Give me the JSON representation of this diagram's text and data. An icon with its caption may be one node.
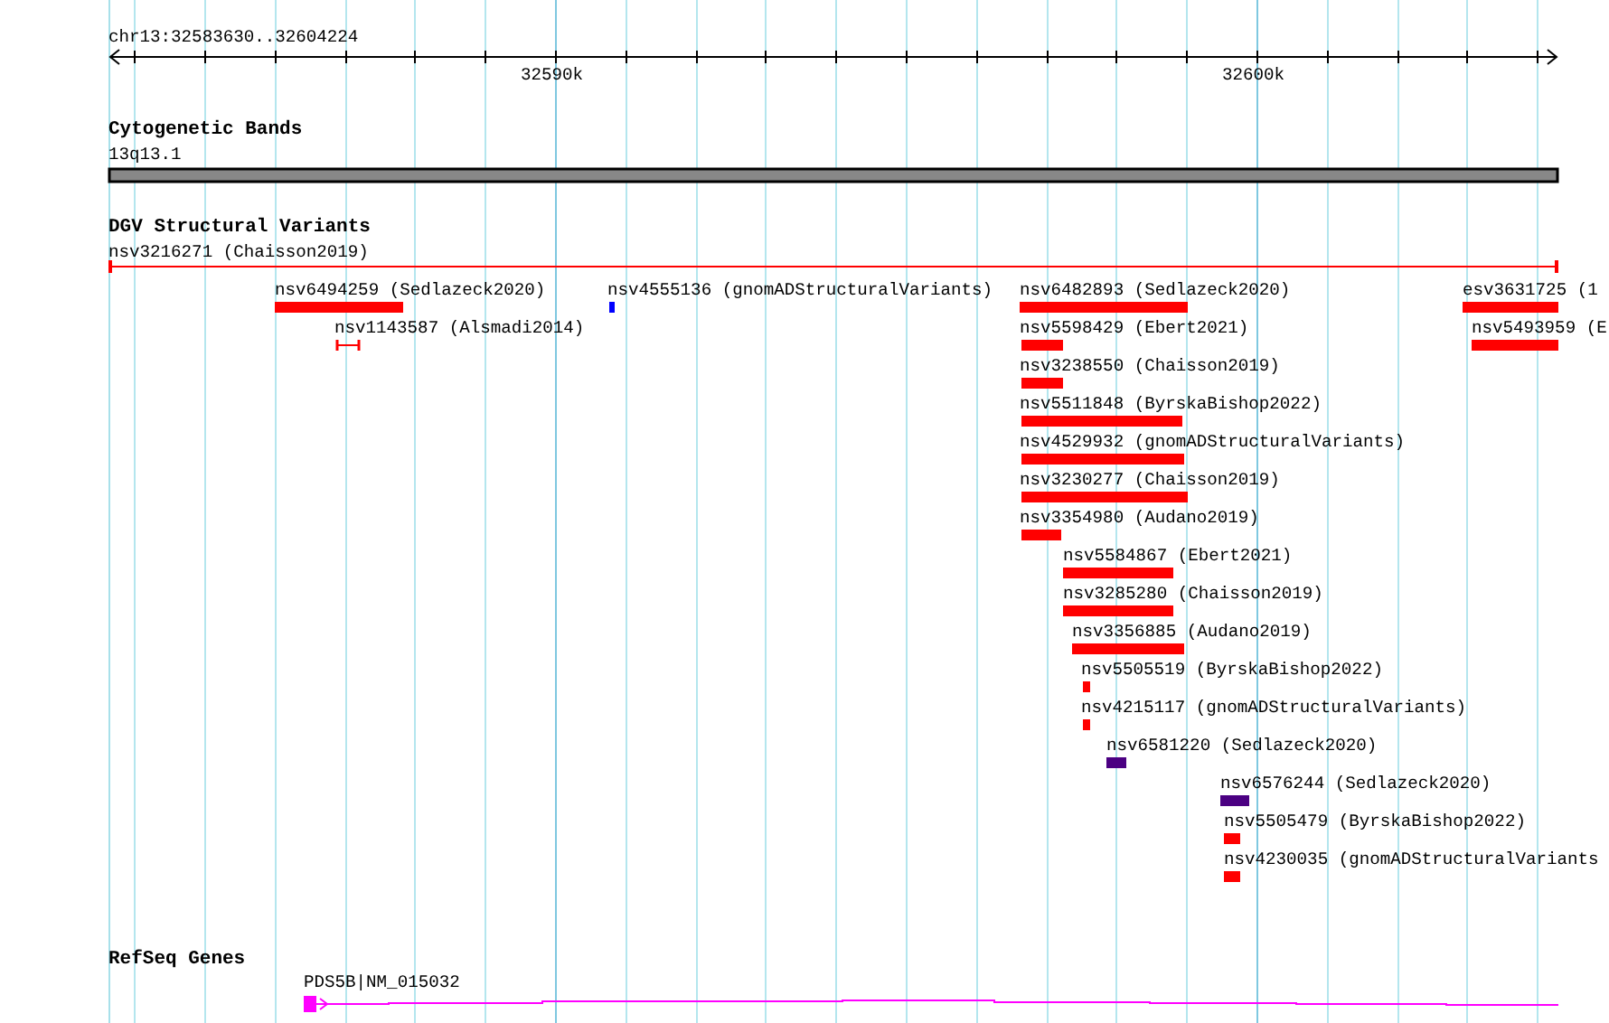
{
  "diagram": {
    "labels": [
      "chr13:32583630..32604224",
      "32590k",
      "32600k",
      "Cytogenetic Bands",
      "13q13.1",
      "DGV Structural Variants",
      "nsv3216271 (Chaisson2019)",
      "nsv6494259 (Sedlazeck2020)",
      "nsv4555136 (gnomADStructuralVariants)",
      "nsv6482893 (Sedlazeck2020)",
      "esv3631725 (1",
      "nsv1143587 (Alsmadi2014)",
      "nsv5598429 (Ebert2021)",
      "nsv5493959 (E",
      "nsv3238550 (Chaisson2019)",
      "nsv5511848 (ByrskaBishop2022)",
      "nsv4529932 (gnomADStructuralVariants)",
      "nsv3230277 (Chaisson2019)",
      "nsv3354980 (Audano2019)",
      "nsv5584867 (Ebert2021)",
      "nsv3285280 (Chaisson2019)",
      "nsv3356885 (Audano2019)",
      "nsv5505519 (ByrskaBishop2022)",
      "nsv4215117 (gnomADStructuralVariants)",
      "nsv6581220 (Sedlazeck2020)",
      "nsv6576244 (Sedlazeck2020)",
      "nsv5505479 (ByrskaBishop2022)",
      "nsv4230035 (gnomADStructuralVariants",
      "RefSeq Genes",
      "PDS5B|NM_015032"
    ]
  }
}
